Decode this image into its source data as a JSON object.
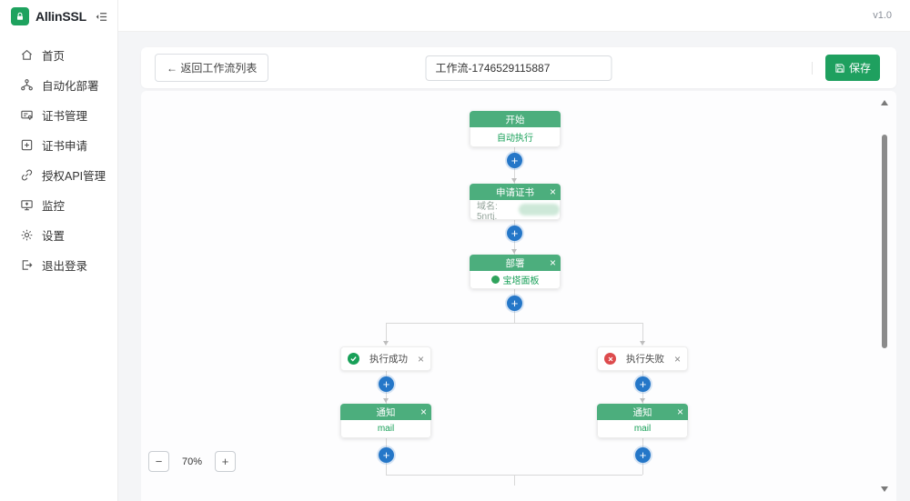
{
  "app": {
    "name": "AllinSSL",
    "version": "v1.0"
  },
  "sidebar": {
    "items": [
      {
        "label": "首页"
      },
      {
        "label": "自动化部署"
      },
      {
        "label": "证书管理"
      },
      {
        "label": "证书申请"
      },
      {
        "label": "授权API管理"
      },
      {
        "label": "监控"
      },
      {
        "label": "设置"
      },
      {
        "label": "退出登录"
      }
    ]
  },
  "toolbar": {
    "back_label": "← 返回工作流列表",
    "workflow_name": "工作流-1746529115887",
    "save_label": "保存"
  },
  "canvas": {
    "nodes": {
      "start": {
        "title": "开始",
        "body": "自动执行"
      },
      "apply_cert": {
        "title": "申请证书",
        "body": "域名: 5nrtj."
      },
      "deploy": {
        "title": "部署",
        "body": "宝塔面板"
      },
      "branch_success": {
        "label": "执行成功"
      },
      "branch_failure": {
        "label": "执行失败"
      },
      "notify_left": {
        "title": "通知",
        "body": "mail"
      },
      "notify_right": {
        "title": "通知",
        "body": "mail"
      }
    },
    "close_glyph": "×",
    "plus_glyph": "+",
    "zoom": {
      "minus": "−",
      "level": "70%",
      "plus": "+"
    }
  },
  "colors": {
    "node_header_green": "#4cae7d",
    "save_button_green": "#1fa05f",
    "body_text_green": "#18a058",
    "plus_button_blue": "#2577c8",
    "error_red": "#dd4b4d"
  }
}
